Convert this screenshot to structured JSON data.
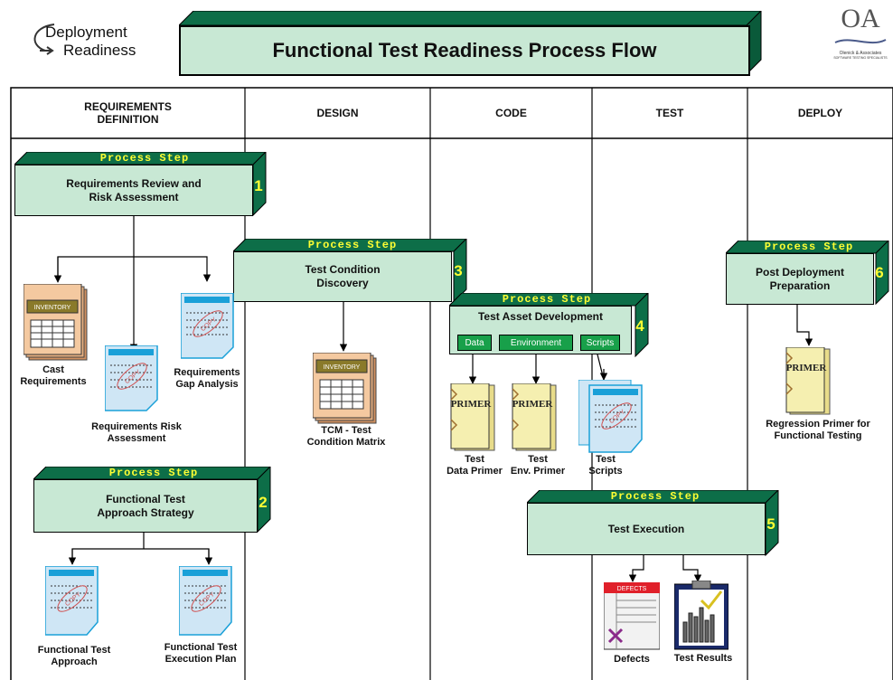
{
  "logo": {
    "line1": "Deployment",
    "line2": "Readiness"
  },
  "title": "Functional Test Readiness Process Flow",
  "company_logo": {
    "mark": "OA",
    "name": "Olenick & Associates",
    "tagline": "SOFTWARE TESTING SPECIALISTS"
  },
  "columns": [
    {
      "label": "REQUIREMENTS\nDEFINITION"
    },
    {
      "label": "DESIGN"
    },
    {
      "label": "CODE"
    },
    {
      "label": "TEST"
    },
    {
      "label": "DEPLOY"
    }
  ],
  "process_step_label": "Process Step",
  "steps": [
    {
      "number": "1",
      "label": "Requirements Review and\nRisk Assessment"
    },
    {
      "number": "2",
      "label": "Functional Test\nApproach Strategy"
    },
    {
      "number": "3",
      "label": "Test Condition\nDiscovery"
    },
    {
      "number": "4",
      "label": "Test Asset Development"
    },
    {
      "number": "5",
      "label": "Test Execution"
    },
    {
      "number": "6",
      "label": "Post Deployment\nPreparation"
    }
  ],
  "asset_chips": [
    "Data",
    "Environment",
    "Scripts"
  ],
  "icon_text": {
    "inventory": "INVENTORY",
    "primer": "PRIMER",
    "copy": "COPY",
    "defects": "DEFECTS"
  },
  "artifacts": {
    "cast_requirements": "Cast\nRequirements",
    "requirements_risk": "Requirements Risk\nAssessment",
    "requirements_gap": "Requirements\nGap Analysis",
    "functional_test_approach": "Functional Test\nApproach",
    "functional_test_execution": "Functional Test\nExecution Plan",
    "tcm": "TCM - Test\nCondition Matrix",
    "test_data_primer": "Test\nData Primer",
    "test_env_primer": "Test\nEnv. Primer",
    "test_scripts": "Test\nScripts",
    "defects": "Defects",
    "test_results": "Test Results",
    "regression_primer": "Regression Primer for\nFunctional Testing"
  },
  "colors": {
    "step_fill": "#c8e8d4",
    "step_dark": "#0d6e48",
    "step_label_text": "#ffff33",
    "chip": "#18a04a",
    "inventory": "#8a7a2a",
    "doc_blue": "#1aa0d8",
    "primer": "#f5efb0",
    "defects_red": "#e0202a"
  }
}
